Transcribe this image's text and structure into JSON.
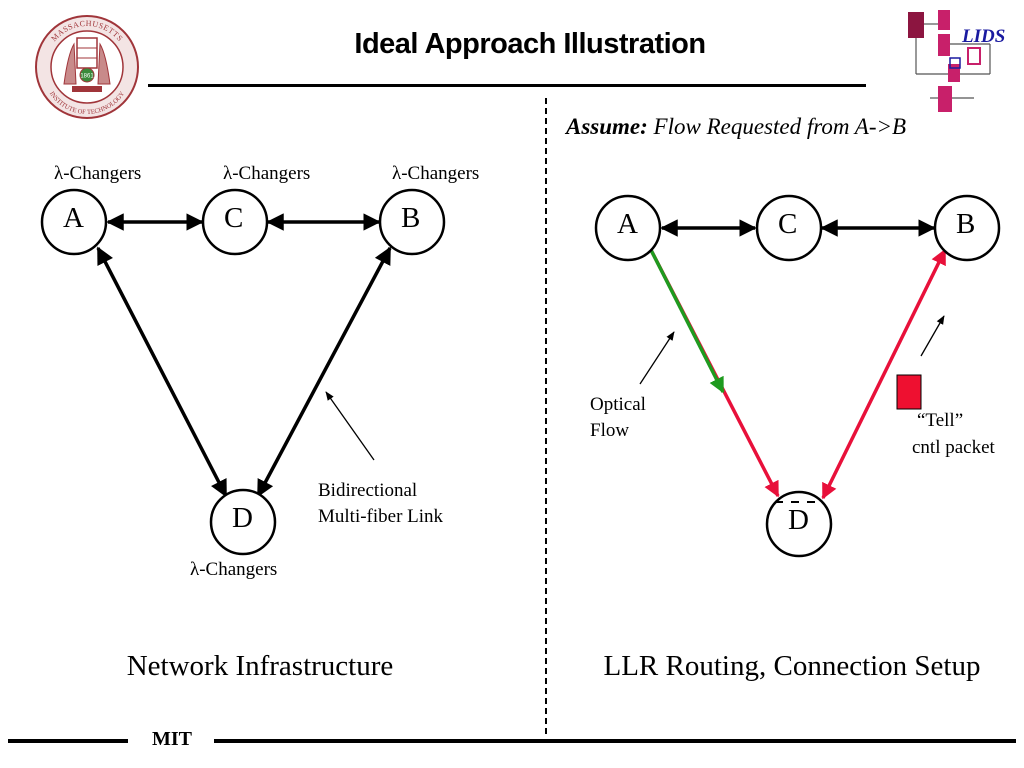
{
  "header": {
    "title": "Ideal Approach Illustration",
    "seal_text_top": "MASSACHUSETTS",
    "seal_text_bottom": "INSTITUTE OF TECHNOLOGY",
    "seal_year": "1861",
    "lids_logo": "LIDS"
  },
  "left": {
    "nodes": {
      "a": "A",
      "b": "B",
      "c": "C",
      "d": "D"
    },
    "lambda_changers": "λ-Changers",
    "link_annotation_line1": "Bidirectional",
    "link_annotation_line2": "Multi-fiber Link",
    "caption": "Network Infrastructure"
  },
  "right": {
    "assume_label": "Assume:",
    "assume_text": "Flow Requested from A->B",
    "nodes": {
      "a": "A",
      "b": "B",
      "c": "C",
      "d": "D"
    },
    "optical_flow_line1": "Optical",
    "optical_flow_line2": "Flow",
    "tell_line1": "“Tell”",
    "tell_line2": "cntl packet",
    "caption": "LLR Routing, Connection Setup"
  },
  "footer": {
    "text": "MIT"
  },
  "colors": {
    "flow_red": "#e8103a",
    "flow_green": "#1f9a1f",
    "packet_red": "#ee1030",
    "seal_maroon": "#a0353a",
    "lids_magenta": "#c8206a",
    "lids_dark": "#8c1540",
    "lids_blue": "#1a1aa0"
  }
}
